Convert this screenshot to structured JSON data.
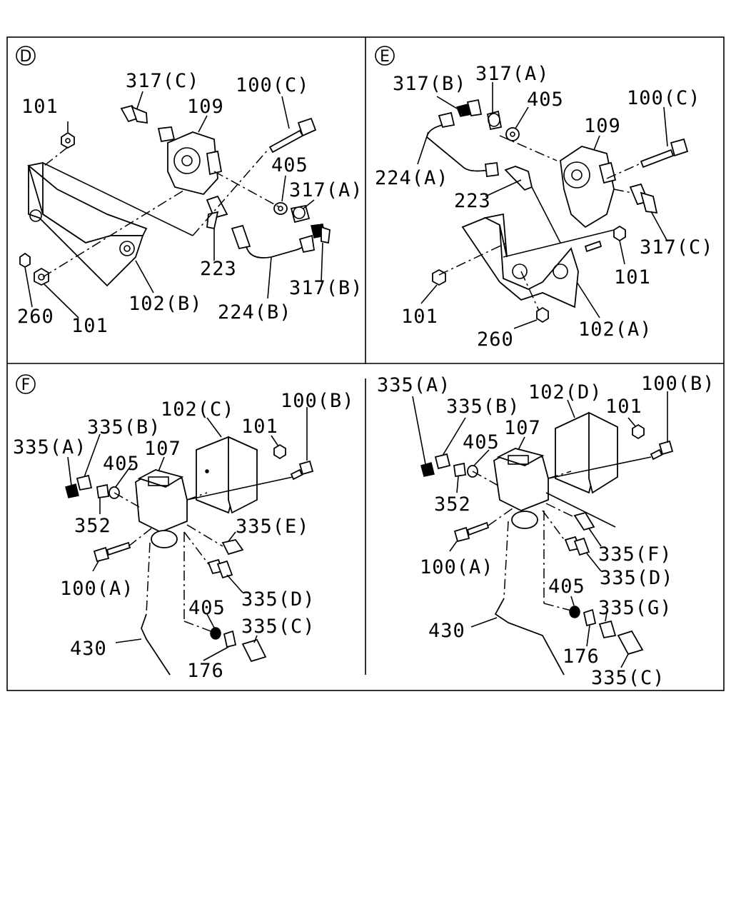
{
  "panels": [
    {
      "badge": "D",
      "labels": [
        "101",
        "317(C)",
        "109",
        "100(C)",
        "405",
        "317(A)",
        "223",
        "224(B)",
        "317(B)",
        "102(B)",
        "260",
        "101"
      ]
    },
    {
      "badge": "E",
      "labels": [
        "317(B)",
        "317(A)",
        "405",
        "100(C)",
        "109",
        "224(A)",
        "223",
        "317(C)",
        "101",
        "101",
        "260",
        "102(A)"
      ]
    },
    {
      "badge": "F",
      "labels": [
        "102(C)",
        "100(B)",
        "335(B)",
        "101",
        "335(A)",
        "107",
        "405",
        "352",
        "335(E)",
        "100(A)",
        "335(D)",
        "405",
        "335(C)",
        "430",
        "176"
      ]
    },
    {
      "badge": "",
      "labels": [
        "335(A)",
        "102(D)",
        "100(B)",
        "335(B)",
        "101",
        "107",
        "405",
        "352",
        "335(F)",
        "100(A)",
        "335(D)",
        "405",
        "335(G)",
        "430",
        "176",
        "335(C)"
      ]
    }
  ]
}
